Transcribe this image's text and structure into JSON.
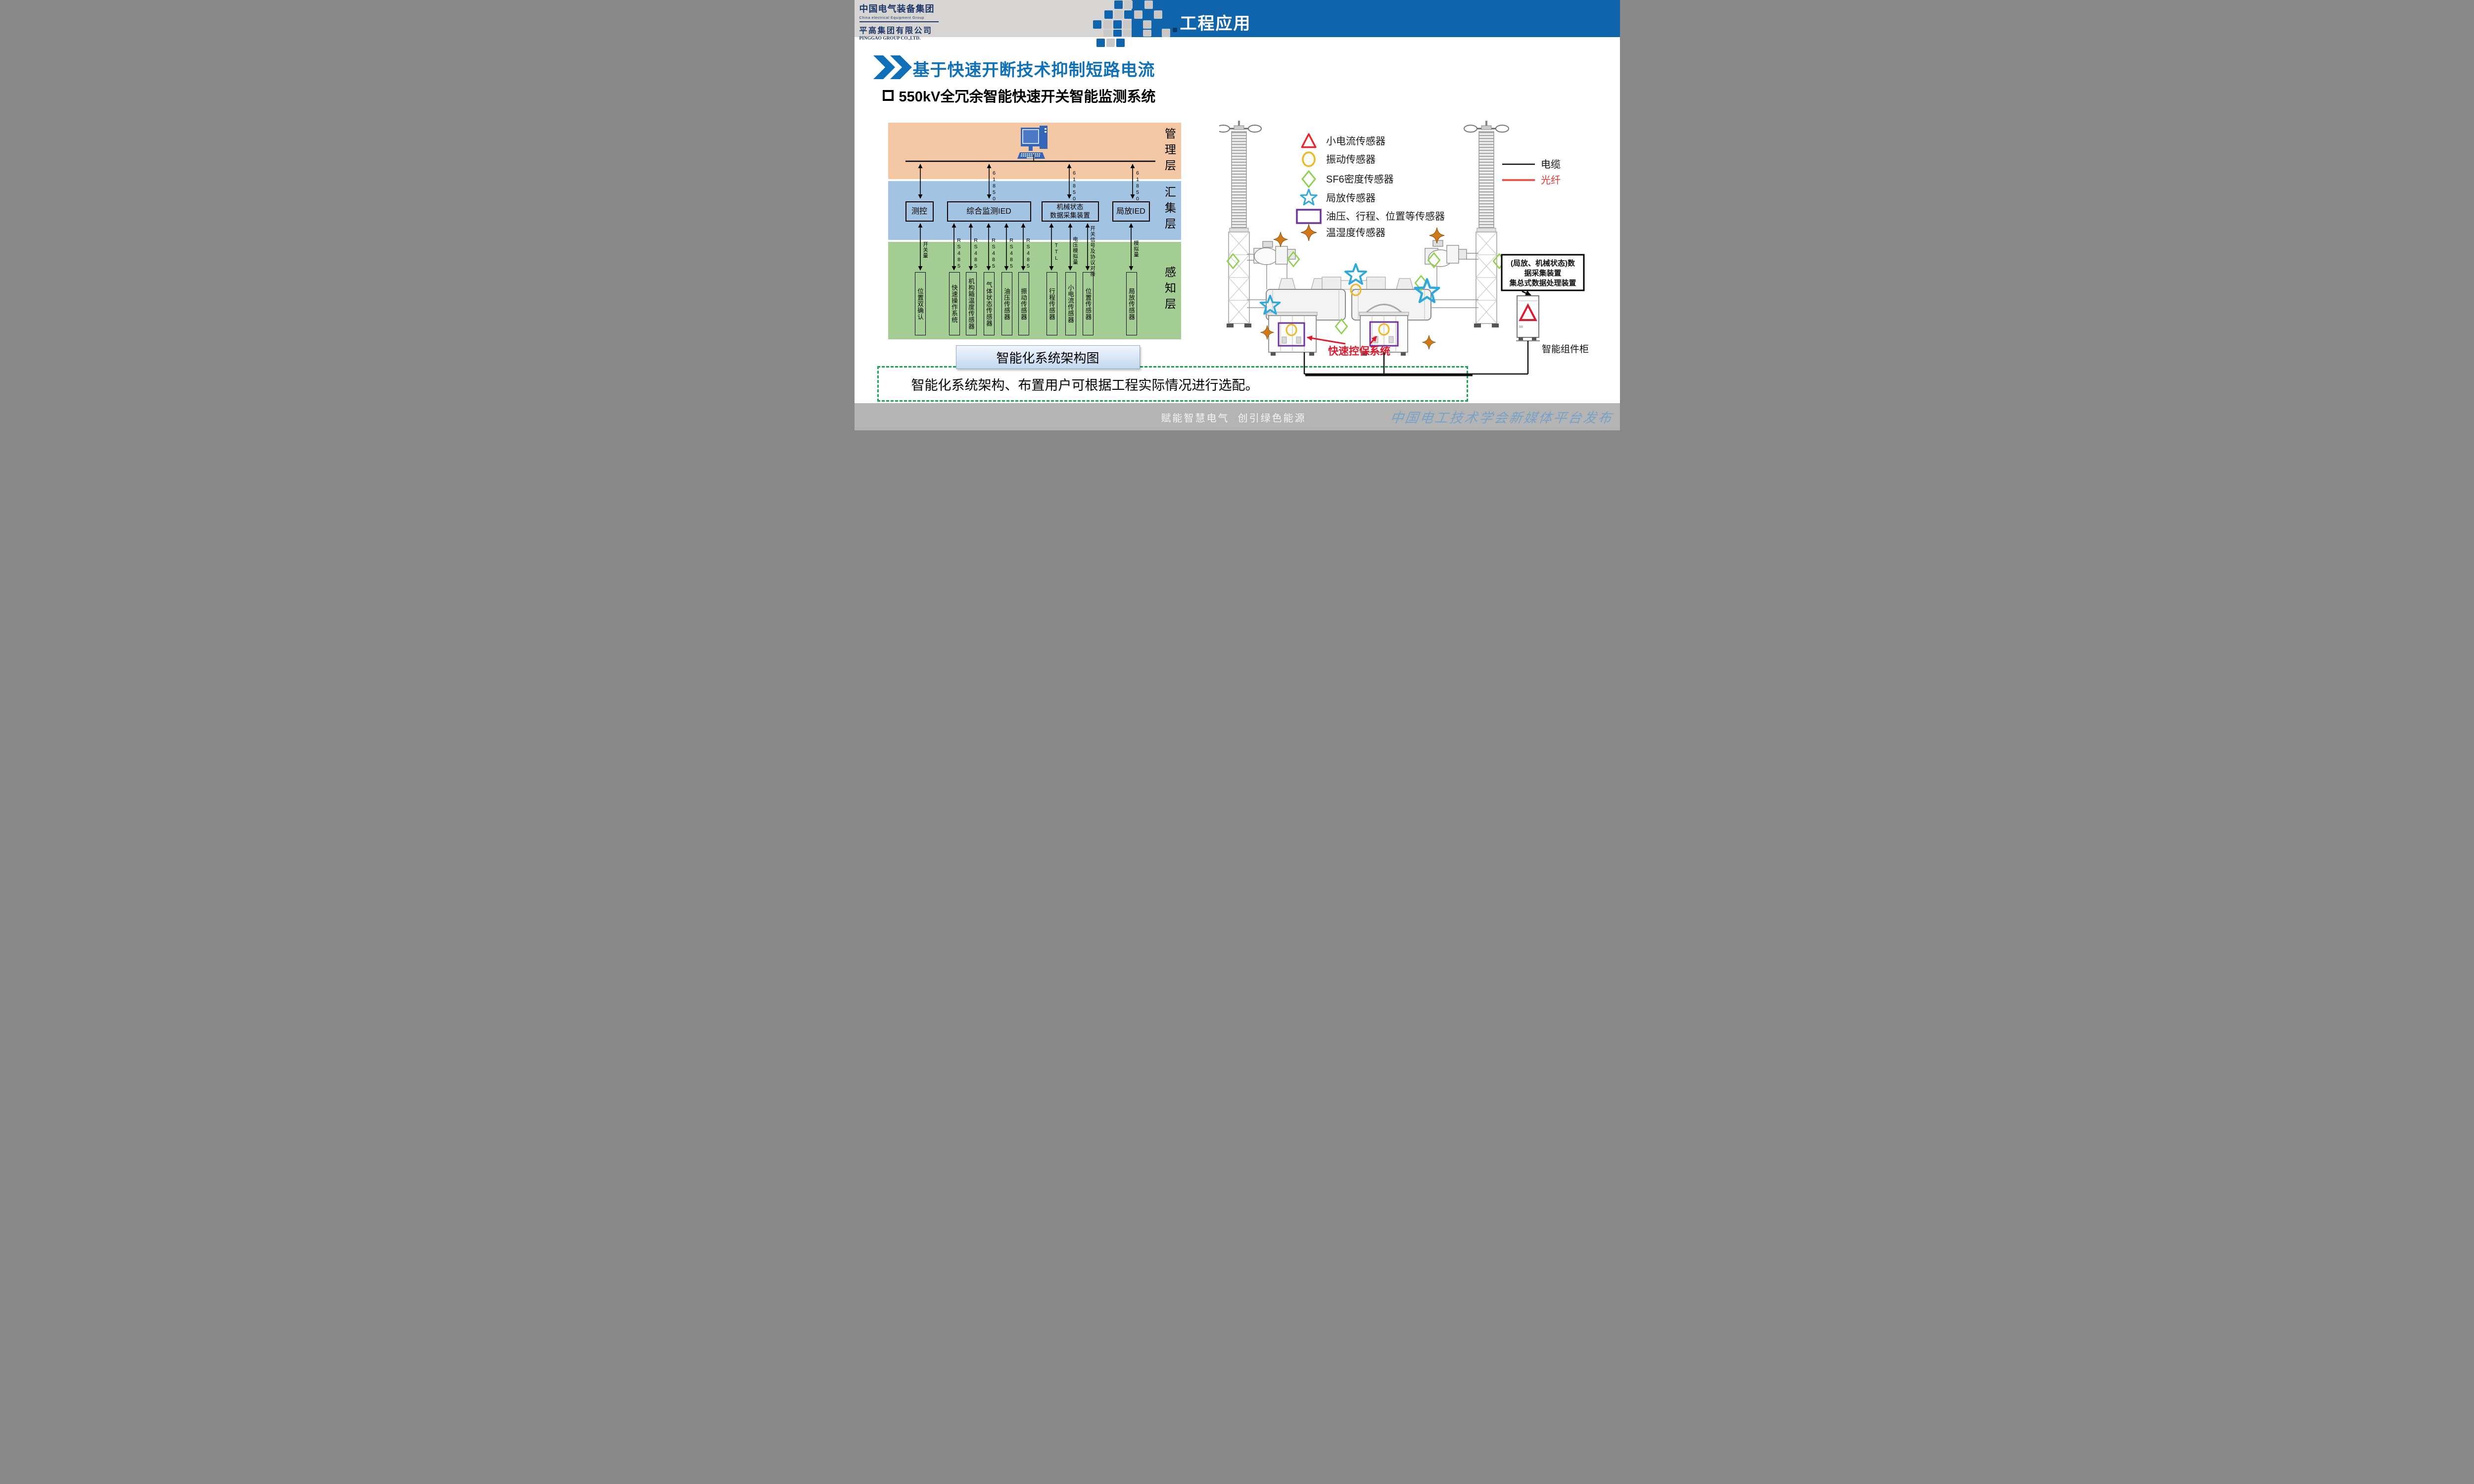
{
  "header": {
    "logo": {
      "name_cn": "中国电气装备集团",
      "name_en": "China electrical Equipment Group",
      "company_cn": "平高集团有限公司",
      "company_en": "PINGGAO GROUP CO.,LTD."
    },
    "banner_title": "工程应用"
  },
  "headings": {
    "main": "基于快速开断技术抑制短路电流",
    "sub": "550kV全冗余智能快速开关智能监测系统"
  },
  "architecture": {
    "layer_labels": [
      "管理层",
      "汇集层",
      "感知层"
    ],
    "bus_protocol": "61850",
    "ied_boxes": [
      "测控",
      "综合监测IED",
      "机械状态",
      "数据采集装置",
      "局放IED"
    ],
    "link_labels": [
      "开关量",
      "RS485",
      "RS485",
      "RS485",
      "RS485",
      "RS485",
      "TTL",
      "电压模拟量",
      "开关信号及协议对接",
      "模拟量"
    ],
    "sensor_boxes": [
      "位置双确认",
      "快速操作系统",
      "机构箱温度传感器",
      "气体状态传感器",
      "油压传感器",
      "振动传感器",
      "行程传感器",
      "小电流传感器",
      "位置传感器",
      "局放传感器"
    ],
    "caption": "智能化系统架构图"
  },
  "equipment": {
    "legend": [
      {
        "symbol": "triangle",
        "color": "#e8262c",
        "label": "小电流传感器"
      },
      {
        "symbol": "circle",
        "color": "#f0b71f",
        "label": "振动传感器"
      },
      {
        "symbol": "diamond",
        "color": "#8fd14f",
        "label": "SF6密度传感器"
      },
      {
        "symbol": "star",
        "color": "#2fa8e0",
        "label": "局放传感器"
      },
      {
        "symbol": "rect",
        "color": "#7030a0",
        "label": "油压、行程、位置等传感器"
      },
      {
        "symbol": "star4",
        "color": "#cf7a16",
        "label": "温湿度传感器"
      }
    ],
    "line_legend": [
      {
        "label": "电缆",
        "color": "#000000"
      },
      {
        "label": "光纤",
        "color": "#e8262c"
      }
    ],
    "data_box_lines": [
      "(局放、机械状态)数",
      "据采集装置",
      "集总式数据处理装置"
    ],
    "cabinet_label": "智能组件柜",
    "fast_control_label": "快速控保系统"
  },
  "note": "智能化系统架构、布置用户可根据工程实际情况进行选配。",
  "footer": {
    "slogan": "赋能智慧电气  创引绿色能源",
    "publisher": "中国电工技术学会新媒体平台发布"
  },
  "colors": {
    "banner_blue": "#1064ac",
    "heading_blue": "#0e70b8",
    "layer_orange": "#f4c7a4",
    "layer_blue": "#a3c3e3",
    "layer_green": "#a3cd93",
    "note_green": "#17a656",
    "footer_gray": "#b4b4b4"
  }
}
